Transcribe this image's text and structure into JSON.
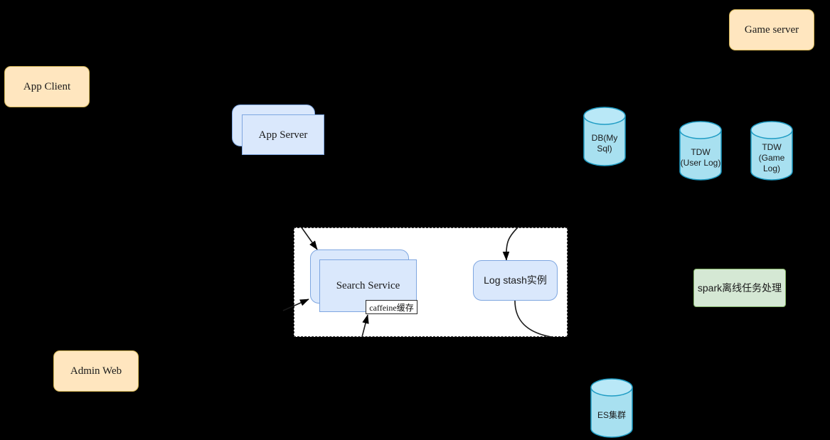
{
  "diagram": {
    "title": "System architecture diagram",
    "background": "#000000",
    "palette": {
      "yellow_fill": "#ffe6bf",
      "yellow_stroke": "#d6b656",
      "blue_fill": "#dae8fc",
      "blue_stroke": "#7ea6e0",
      "green_fill": "#d5e8d4",
      "green_stroke": "#82b366",
      "cylinder_fill": "#a8e0f0",
      "cylinder_stroke": "#1f9cc4",
      "container_fill": "#ffffff",
      "container_stroke": "#333333",
      "edge_stroke": "#000000"
    }
  },
  "nodes": {
    "app_client": {
      "label": "App Client",
      "shape": "rounded-rect",
      "color": "yellow"
    },
    "game_server": {
      "label": "Game server",
      "shape": "rounded-rect",
      "color": "yellow"
    },
    "admin_web": {
      "label": "Admin Web",
      "shape": "rounded-rect",
      "color": "yellow"
    },
    "app_server": {
      "label": "App Server",
      "shape": "stacked-rect",
      "color": "blue"
    },
    "search_service": {
      "label": "Search Service",
      "shape": "stacked-rect",
      "color": "blue"
    },
    "caffeine_cache": {
      "label": "caffeine缓存",
      "shape": "tag",
      "color": "white"
    },
    "log_stash": {
      "label": "Log stash实例",
      "shape": "rounded-rect",
      "color": "blue"
    },
    "spark_job": {
      "label": "spark离线任务处理",
      "shape": "rect",
      "color": "green"
    },
    "db_mysql": {
      "label": "DB(My\nSql)",
      "line1": "DB(My",
      "line2": "Sql)",
      "shape": "cylinder"
    },
    "tdw_user_log": {
      "label": "TDW\n(User Log)",
      "line1": "TDW",
      "line2": "(User Log)",
      "shape": "cylinder"
    },
    "tdw_game_log": {
      "label": "TDW\n(Game Log)",
      "line1": "TDW",
      "line2": "(Game Log)",
      "shape": "cylinder"
    },
    "es_cluster": {
      "label": "ES集群",
      "line1": "ES集群",
      "line2": "",
      "shape": "cylinder"
    }
  },
  "container": {
    "name": "service-group-container",
    "style": "dashed",
    "label": ""
  },
  "edges": [
    {
      "from": "app-server",
      "to": "search-service",
      "style": "straight-arrow"
    },
    {
      "from": "admin-web",
      "to": "search-service",
      "style": "straight-arrow"
    },
    {
      "from": "db-mysql",
      "to": "log-stash",
      "style": "curved-arrow"
    },
    {
      "from": "log-stash",
      "to": "es-cluster",
      "style": "curve"
    },
    {
      "from": "es-cluster",
      "to": "caffeine-cache",
      "style": "straight-arrow"
    }
  ]
}
